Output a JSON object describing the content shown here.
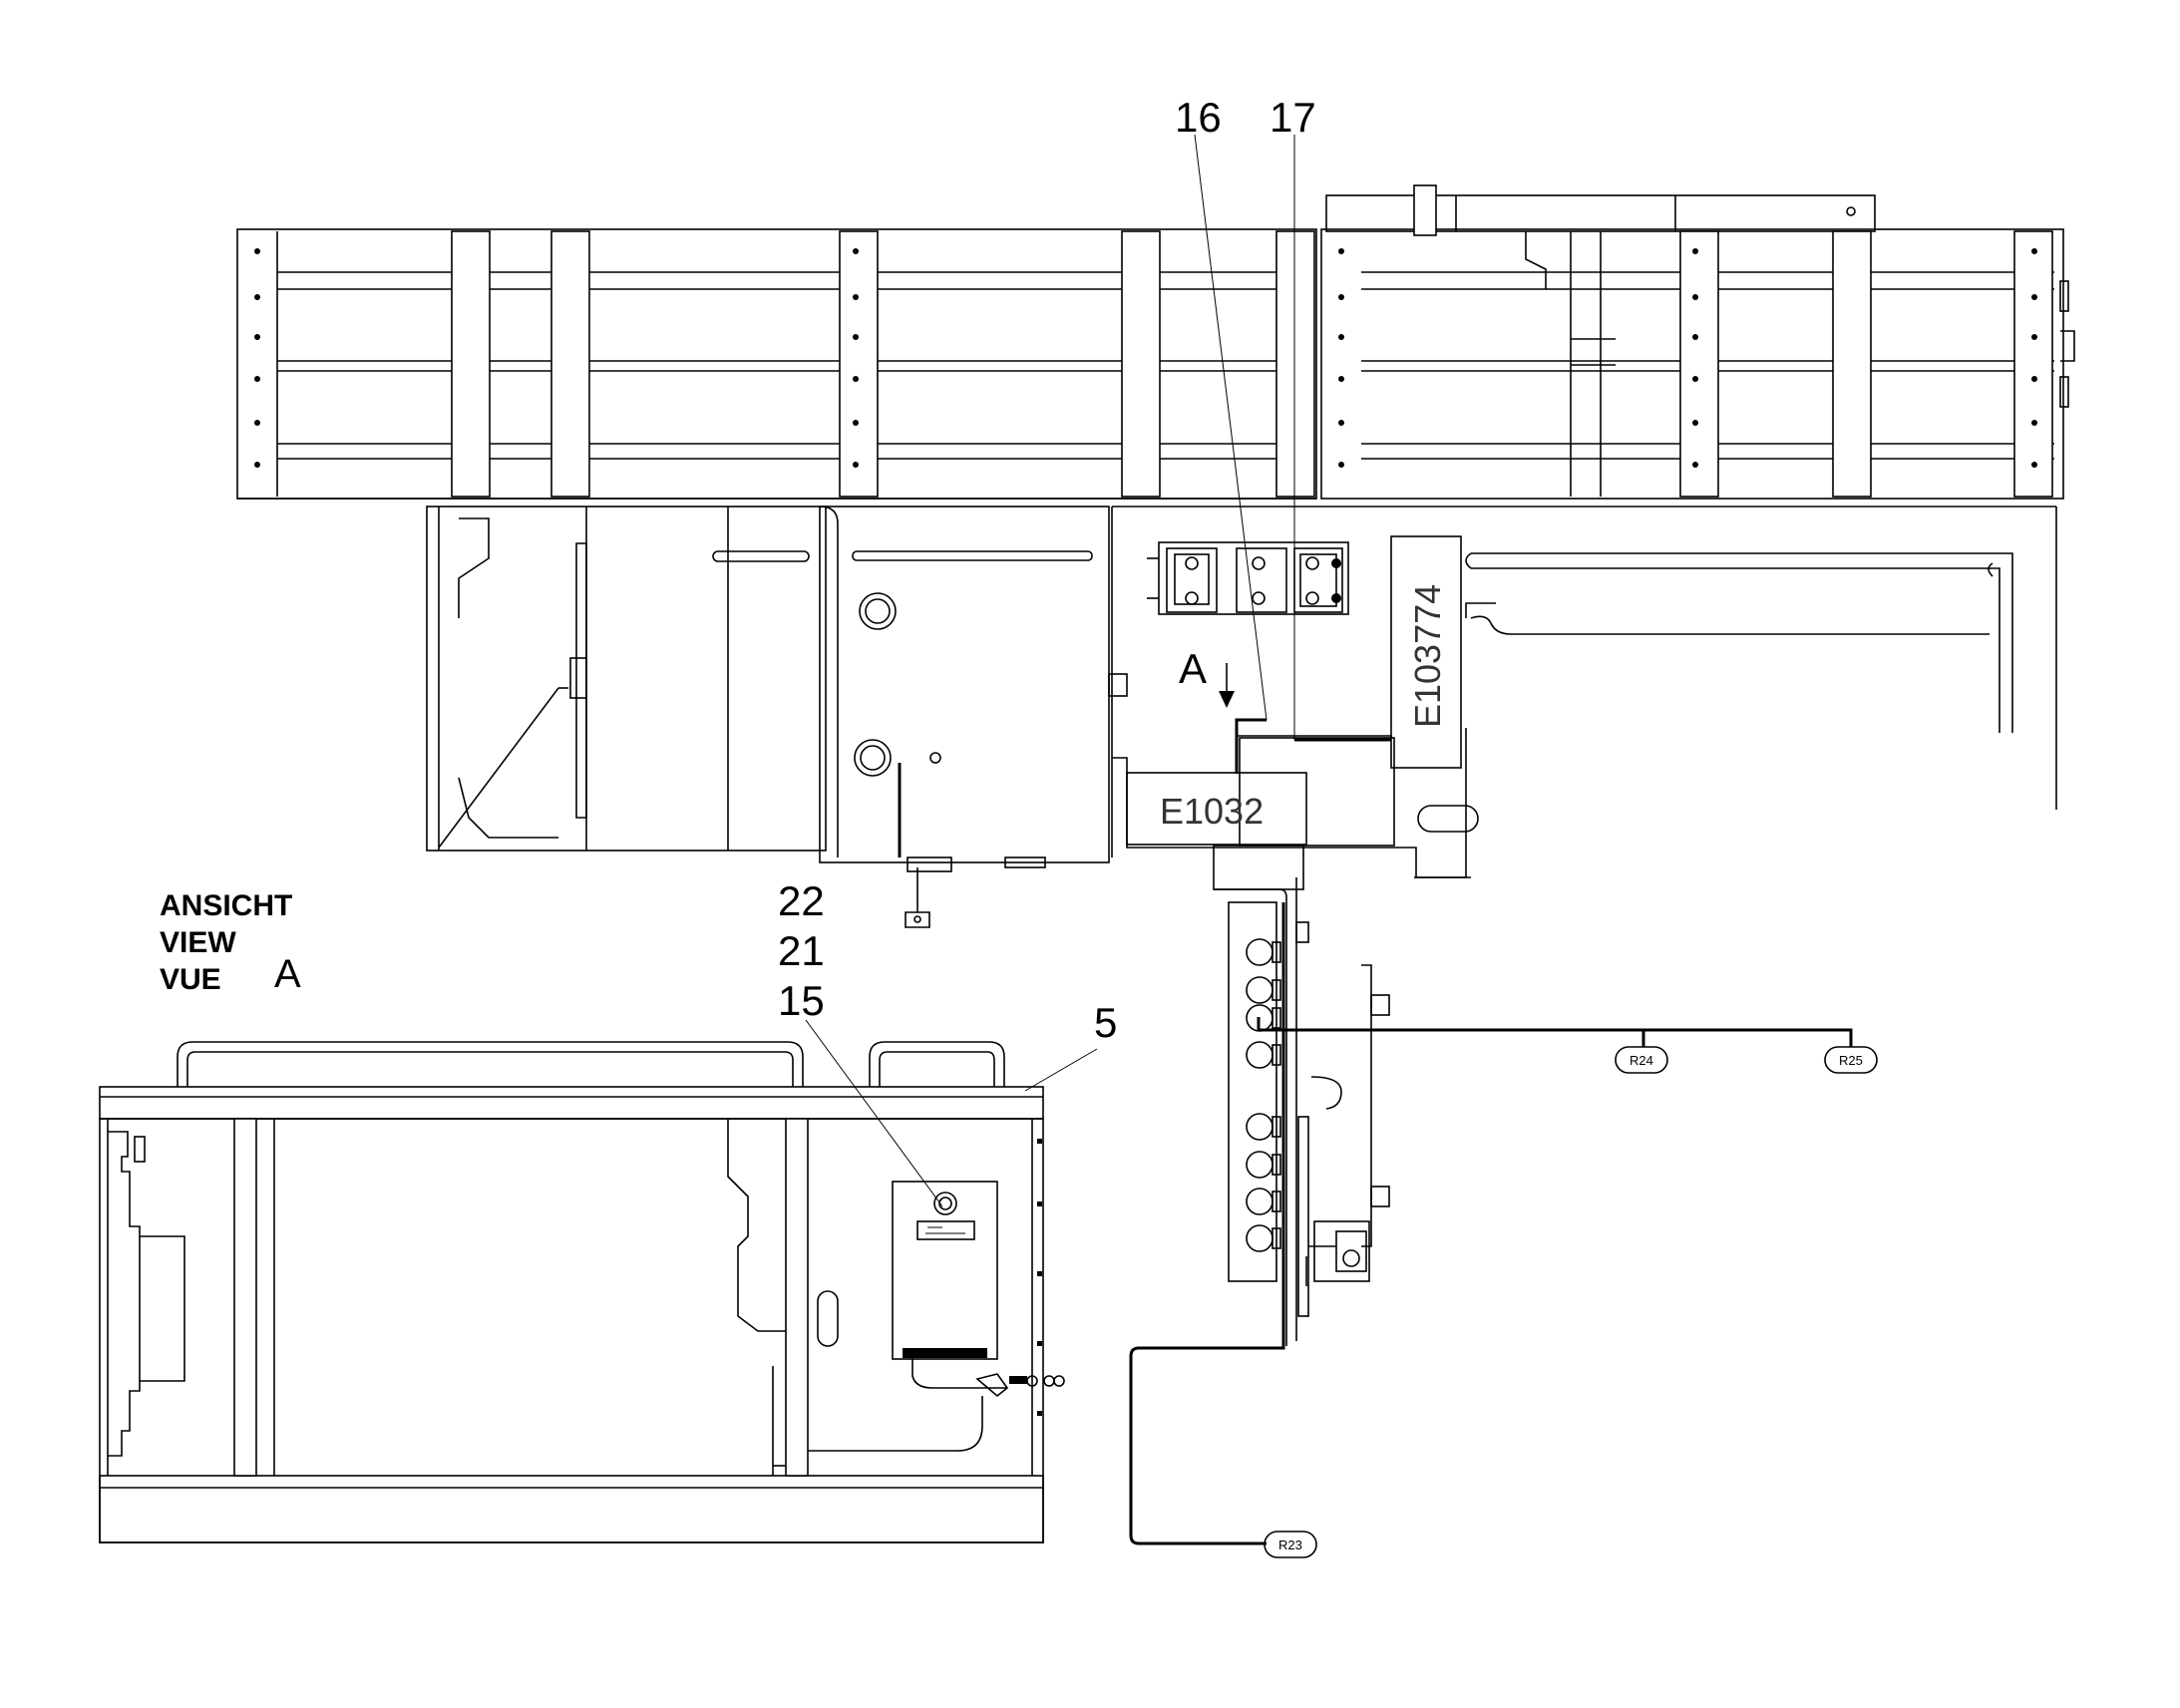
{
  "view": {
    "line1": "ANSICHT",
    "line2": "VIEW",
    "line3": "VUE",
    "letter": "A"
  },
  "callouts": {
    "p16": "16",
    "p17": "17",
    "p22": "22",
    "p21": "21",
    "p15": "15",
    "p5": "5",
    "arrow_a": "A"
  },
  "tags": {
    "e1032": "E1032",
    "e103774": "E103774"
  },
  "connectors": {
    "r24": "R24",
    "r25": "R25",
    "r23": "R23"
  }
}
